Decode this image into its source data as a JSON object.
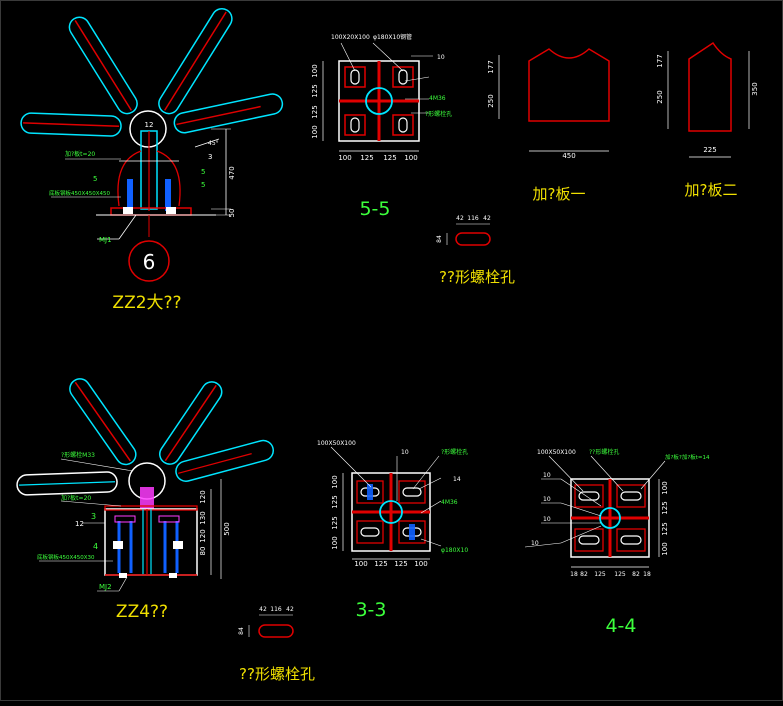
{
  "zz2": {
    "title": "ZZ2大??",
    "bubble": "6",
    "lbl_top": "12",
    "lbl_stiff": "加?板t=20",
    "lbl_base": "底板钢板450X450X450",
    "lbl_mj": "MJ1",
    "lbl_a": "5",
    "lbl_b": "5",
    "lbl_c": "5",
    "lbl_d": "3",
    "lbl_angle": "45°",
    "dim_470": "470",
    "dim_50": "50"
  },
  "s55": {
    "title": "5-5",
    "lbl_plate": "100X20X100",
    "lbl_pipe": "φ180X10钢管",
    "lbl_10": "10",
    "lbl_bolt": "4M36",
    "lbl_slot": "?形螺栓孔",
    "dims_left": [
      "100",
      "125",
      "125",
      "100"
    ],
    "dims_bottom": [
      "100",
      "125",
      "125",
      "100"
    ]
  },
  "plate1": {
    "title": "加?板一",
    "d177": "177",
    "d250": "250",
    "d450": "450"
  },
  "plate2": {
    "title": "加?板二",
    "d177": "177",
    "d250": "250",
    "d350": "350",
    "d225": "225"
  },
  "slot_top": {
    "title": "??形螺栓孔",
    "d42a": "42",
    "d116": "116",
    "d42b": "42",
    "d84": "84"
  },
  "zz4": {
    "title": "ZZ4??",
    "lbl_top_note": "?形螺栓M33",
    "lbl_stiff": "加?板t=20",
    "lbl_base": "底板钢板450X450X30",
    "lbl_mj": "MJ2",
    "lbl_12": "12",
    "lbl_3": "3",
    "lbl_4": "4",
    "dims_right": [
      "120",
      "130",
      "120",
      "80"
    ],
    "dim_500": "500"
  },
  "s33": {
    "title": "3-3",
    "lbl_plate": "100X50X100",
    "lbl_10": "10",
    "lbl_14": "14",
    "lbl_right": "?形螺栓孔",
    "lbl_bolt": "4M36",
    "lbl_pipe": "φ180X10",
    "dims_left": [
      "100",
      "125",
      "125",
      "100"
    ],
    "dims_bottom": [
      "100",
      "125",
      "125",
      "100"
    ]
  },
  "slot_bottom": {
    "title": "??形螺栓孔",
    "d42a": "42",
    "d116": "116",
    "d42b": "42",
    "d84": "84"
  },
  "s44": {
    "title": "4-4",
    "lbl_plate": "100X50X100",
    "lbl_slot": "??形螺栓孔",
    "lbl_right": "加?板?加?板t=14",
    "lbls_left": [
      "10",
      "10",
      "10",
      "10"
    ],
    "dims_right": [
      "100",
      "125",
      "125",
      "100"
    ],
    "dims_bottom": [
      "18",
      "82",
      "125",
      "125",
      "82",
      "18"
    ]
  }
}
